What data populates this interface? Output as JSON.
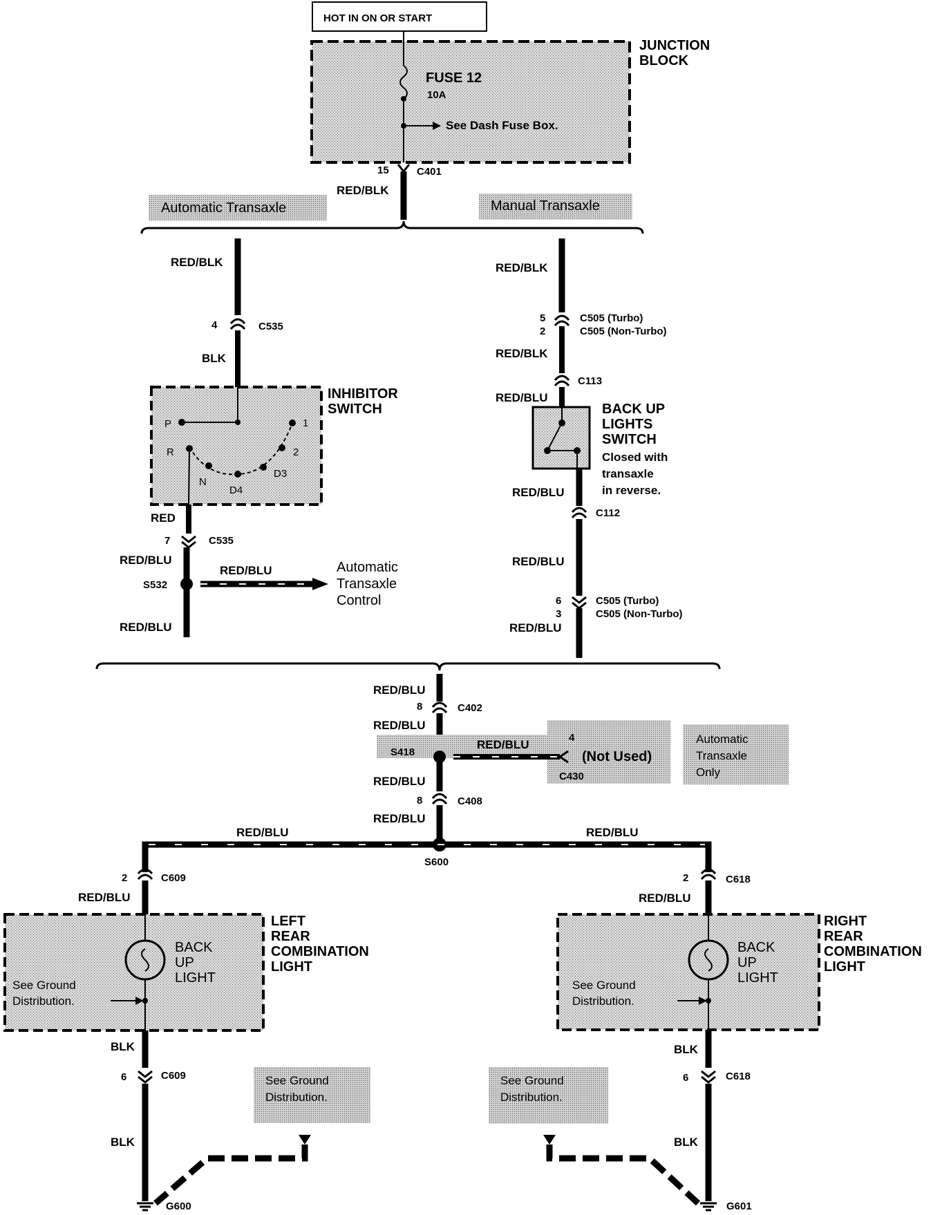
{
  "power": {
    "label": "HOT IN ON OR START"
  },
  "junction_block": {
    "title_line1": "JUNCTION",
    "title_line2": "BLOCK",
    "fuse_name": "FUSE 12",
    "fuse_rating": "10A",
    "fuse_ref": "See Dash Fuse Box."
  },
  "top_connector": {
    "pin": "15",
    "name": "C401",
    "wire": "RED/BLK"
  },
  "branches": {
    "auto": "Automatic Transaxle",
    "manual": "Manual Transaxle"
  },
  "auto_branch": {
    "wire1": "RED/BLK",
    "c535_pin": "4",
    "c535_name": "C535",
    "wire2": "BLK",
    "inhibitor_line1": "INHIBITOR",
    "inhibitor_line2": "SWITCH",
    "positions": [
      "P",
      "R",
      "N",
      "D4",
      "D3",
      "2",
      "1"
    ],
    "wire3": "RED",
    "c535b_pin": "7",
    "c535b_name": "C535",
    "wire4": "RED/BLU",
    "splice": "S532",
    "splice_wire": "RED/BLU",
    "atc_line1": "Automatic",
    "atc_line2": "Transaxle",
    "atc_line3": "Control",
    "wire5": "RED/BLU"
  },
  "manual_branch": {
    "wire1": "RED/BLK",
    "c505_pin1": "5",
    "c505_name1": "C505 (Turbo)",
    "c505_pin2": "2",
    "c505_name2": "C505 (Non-Turbo)",
    "wire2": "RED/BLK",
    "c113": "C113",
    "wire3": "RED/BLU",
    "switch_line1": "BACK UP",
    "switch_line2": "LIGHTS",
    "switch_line3": "SWITCH",
    "switch_note1": "Closed with",
    "switch_note2": "transaxle",
    "switch_note3": "in reverse.",
    "wire4": "RED/BLU",
    "c112": "C112",
    "wire5": "RED/BLU",
    "c505b_pin1": "6",
    "c505b_name1": "C505 (Turbo)",
    "c505b_pin2": "3",
    "c505b_name2": "C505 (Non-Turbo)",
    "wire6": "RED/BLU"
  },
  "center": {
    "wire1": "RED/BLU",
    "c402_pin": "8",
    "c402_name": "C402",
    "wire2": "RED/BLU",
    "splice": "S418",
    "splice_wire": "RED/BLU",
    "c430_pin": "4",
    "not_used": "(Not Used)",
    "c430_name": "C430",
    "auto_only1": "Automatic",
    "auto_only2": "Transaxle",
    "auto_only3": "Only",
    "wire3": "RED/BLU",
    "c408_pin": "8",
    "c408_name": "C408",
    "wire4": "RED/BLU",
    "s600": "S600",
    "wire_left": "RED/BLU",
    "wire_right": "RED/BLU"
  },
  "left_light": {
    "c609_pin": "2",
    "c609_name": "C609",
    "wire1": "RED/BLU",
    "title1": "LEFT",
    "title2": "REAR",
    "title3": "COMBINATION",
    "title4": "LIGHT",
    "bulb1": "BACK",
    "bulb2": "UP",
    "bulb3": "LIGHT",
    "gnd1": "See Ground",
    "gnd2": "Distribution.",
    "wire2": "BLK",
    "c609b_pin": "6",
    "c609b_name": "C609",
    "wire3": "BLK",
    "see1": "See Ground",
    "see2": "Distribution.",
    "ground": "G600"
  },
  "right_light": {
    "c618_pin": "2",
    "c618_name": "C618",
    "wire1": "RED/BLU",
    "title1": "RIGHT",
    "title2": "REAR",
    "title3": "COMBINATION",
    "title4": "LIGHT",
    "bulb1": "BACK",
    "bulb2": "UP",
    "bulb3": "LIGHT",
    "gnd1": "See Ground",
    "gnd2": "Distribution.",
    "wire2": "BLK",
    "c618b_pin": "6",
    "c618b_name": "C618",
    "wire3": "BLK",
    "see1": "See Ground",
    "see2": "Distribution.",
    "ground": "G601"
  }
}
